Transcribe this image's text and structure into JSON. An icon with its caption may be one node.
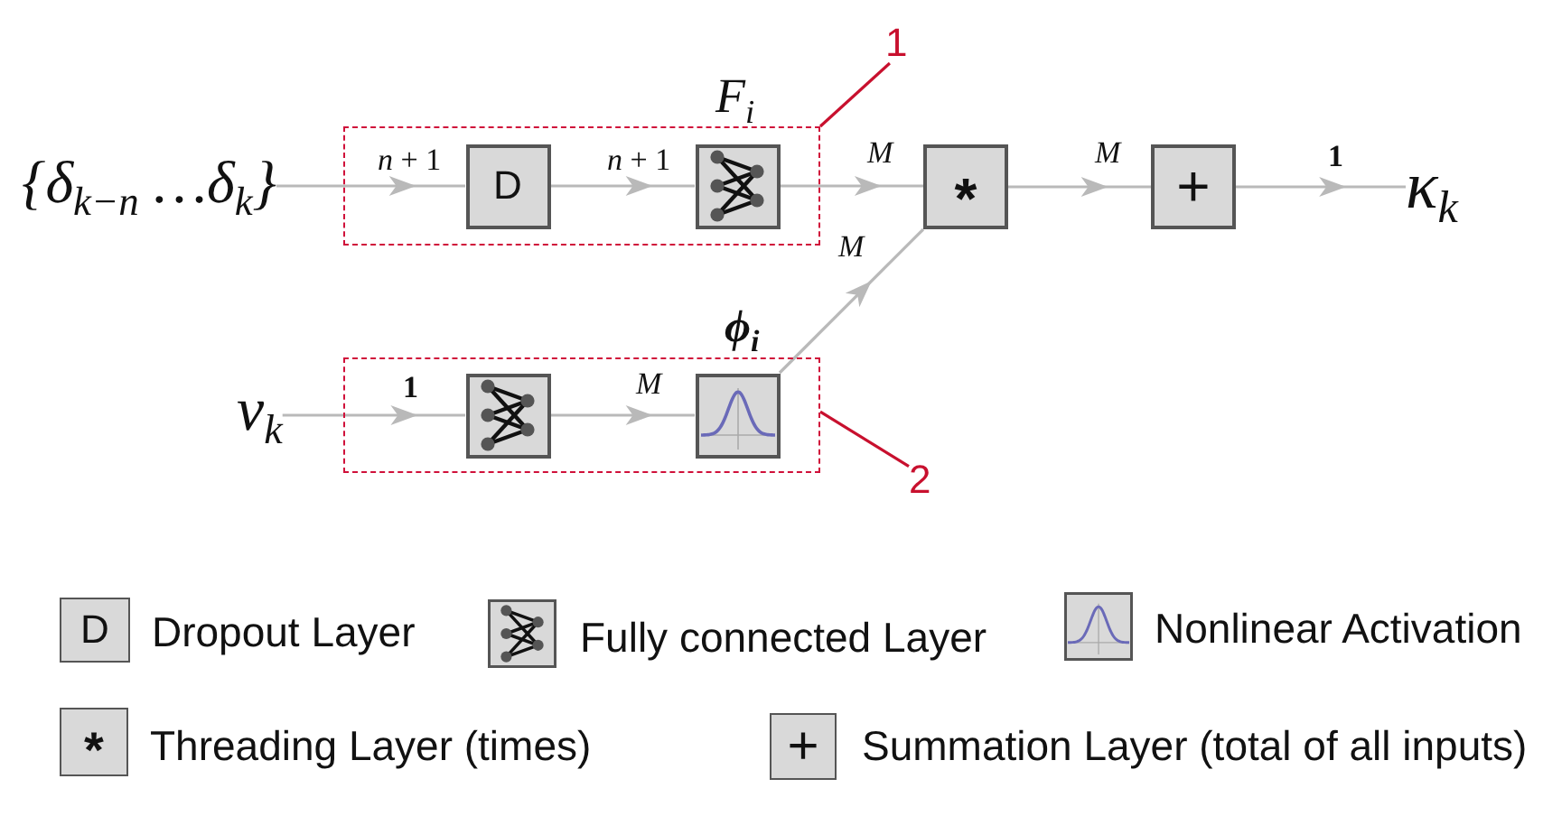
{
  "diagram": {
    "nodes": [
      {
        "text": [
          "{δ$_{k−n}$ …δ$_{k}$}"
        ]
      },
      {
        "text": [
          "F$_{i}$"
        ]
      },
      {
        "text": [
          "D"
        ],
        "in": 1
      },
      {
        "text": [],
        "shape": "picture",
        "in": 1
      },
      {
        "text": [
          "*"
        ]
      },
      {
        "text": [
          "+"
        ]
      },
      {
        "text": [
          "κ$_{k}$"
        ]
      },
      {
        "text": [
          "v$_{k}$"
        ]
      },
      {
        "text": [
          "ϕ$_{i}$"
        ]
      },
      {
        "text": [],
        "shape": "picture",
        "in": 8
      },
      {
        "text": [],
        "shape": "picture",
        "in": 8
      },
      {
        "text": [
          "1"
        ]
      },
      {
        "text": [
          "2"
        ]
      }
    ],
    "edges": [
      {
        "from": 0,
        "to": 2,
        "arrow": "to",
        "label": "*n* + 1"
      },
      {
        "from": 2,
        "to": 3,
        "arrow": "to",
        "label": "*n* + 1"
      },
      {
        "from": 3,
        "to": 4,
        "arrow": "to",
        "label": "M"
      },
      {
        "from": 4,
        "to": 5,
        "arrow": "to",
        "label": "M"
      },
      {
        "from": 5,
        "to": 6,
        "arrow": "to",
        "label": "1"
      },
      {
        "from": 7,
        "to": 9,
        "arrow": "to",
        "label": "1"
      },
      {
        "from": 9,
        "to": 10,
        "arrow": "to",
        "label": "M"
      },
      {
        "from": 10,
        "to": 4,
        "arrow": "to",
        "label": "M"
      },
      {
        "from": 11,
        "to": 1,
        "arrow": "none",
        "color": "#c8102e"
      },
      {
        "from": 12,
        "to": 8,
        "arrow": "none",
        "color": "#c8102e"
      }
    ],
    "labels": [
      "D",
      "*",
      "+"
    ],
    "legend": [
      {
        "text": "Dropout Layer"
      },
      {
        "text": "Fully connected Layer"
      },
      {
        "text": "Nonlinear Activation"
      },
      {
        "text": "Threading Layer (times)"
      },
      {
        "text": "Summation Layer (total of all inputs)"
      }
    ]
  }
}
